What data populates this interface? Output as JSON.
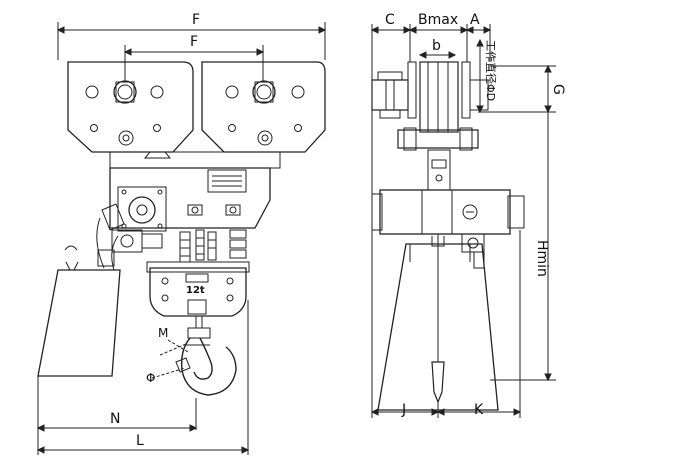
{
  "labels": {
    "F_outer": "F",
    "F_inner": "F",
    "C": "C",
    "Bmax": "Bmax",
    "A": "A",
    "b": "b",
    "work_diameter": "工作直径ΦD",
    "G": "G",
    "Hmin": "Hmin",
    "M": "M",
    "phi": "Φ",
    "N": "N",
    "L": "L",
    "J": "J",
    "K": "K",
    "capacity": "12t"
  }
}
